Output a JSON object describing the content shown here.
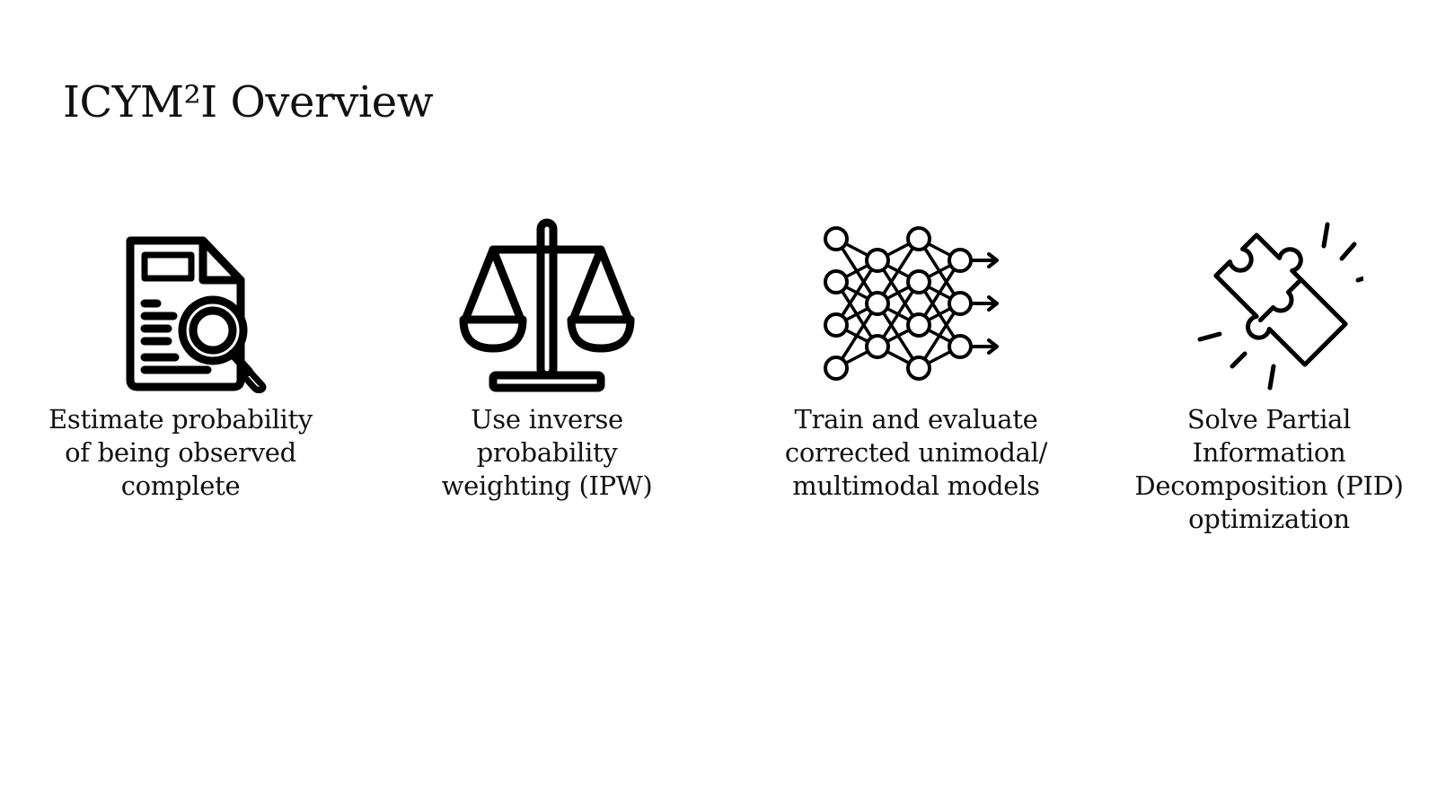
{
  "slide": {
    "title": "ICYM²I Overview"
  },
  "steps": [
    {
      "icon": "document-search-icon",
      "label": "Estimate probability\nof being observed\ncomplete"
    },
    {
      "icon": "balance-scale-icon",
      "label": "Use inverse probability\nweighting (IPW)"
    },
    {
      "icon": "neural-network-icon",
      "label": "Train and evaluate\ncorrected unimodal/\nmultimodal models"
    },
    {
      "icon": "puzzle-pieces-icon",
      "label": "Solve Partial\nInformation\nDecomposition (PID)\noptimization"
    }
  ]
}
